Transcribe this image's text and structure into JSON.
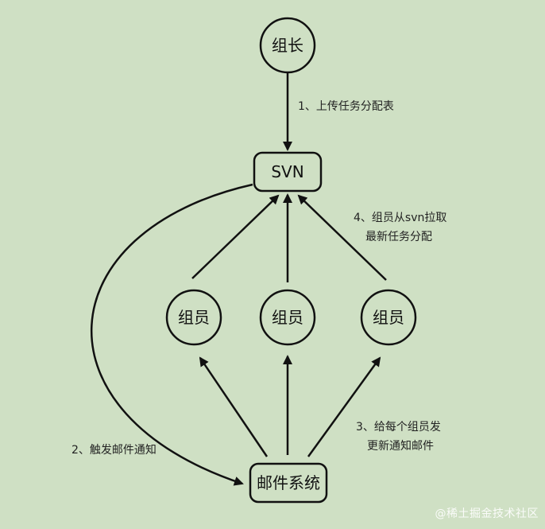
{
  "nodes": {
    "leader": "组长",
    "svn": "SVN",
    "member_left": "组员",
    "member_center": "组员",
    "member_right": "组员",
    "mail_system": "邮件系统"
  },
  "edges": {
    "step1": "1、上传任务分配表",
    "step2": "2、触发邮件通知",
    "step3_line1": "3、给每个组员发",
    "step3_line2": "更新通知邮件",
    "step4_line1": "4、组员从svn拉取",
    "step4_line2": "最新任务分配"
  },
  "watermark": "@稀土掘金技术社区",
  "colors": {
    "background": "#cfe0c4",
    "stroke": "#111111",
    "text": "#111111"
  }
}
